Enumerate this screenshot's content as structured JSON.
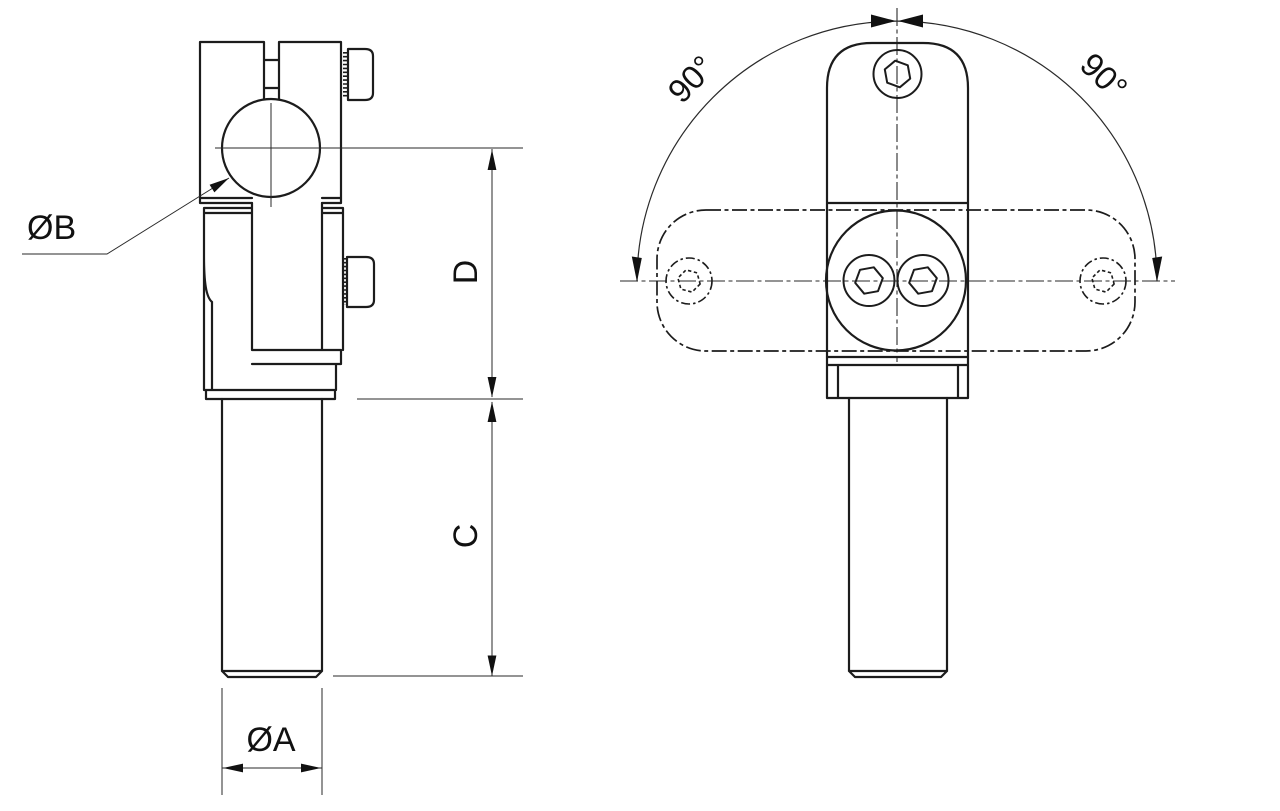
{
  "colors": {
    "background": "#ffffff",
    "line": "#1c1c1c",
    "text": "#111111"
  },
  "views": {
    "front": {
      "labels": {
        "bore_diameter": "ØB",
        "clamp_height": "D",
        "shaft_length": "C",
        "shaft_diameter": "ØA"
      }
    },
    "side": {
      "labels": {
        "swivel_angle_left": "90°",
        "swivel_angle_right": "90°"
      }
    }
  }
}
